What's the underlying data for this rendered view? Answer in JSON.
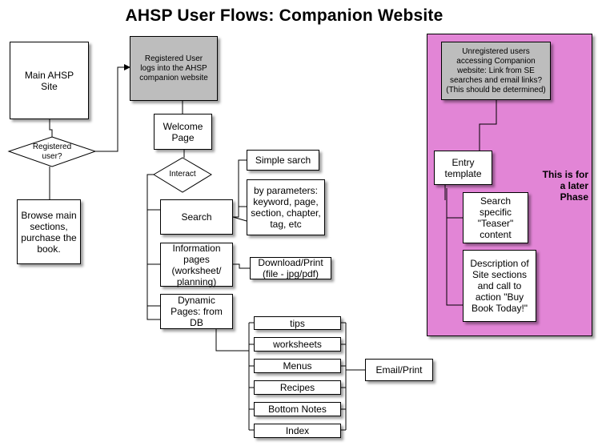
{
  "title": "AHSP User Flows: Companion Website",
  "nodes": {
    "main_site": "Main AHSP\nSite",
    "registered_check": "Registered\nuser?",
    "browse": "Browse main\nsections,\npurchase the\nbook.",
    "login": "Registered User\nlogs into the AHSP\ncompanion website",
    "welcome": "Welcome\nPage",
    "interact": "Interact",
    "simple_search": "Simple sarch",
    "by_parameters": "by parameters:\nkeyword, page,\nsection, chapter,\ntag, etc",
    "search": "Search",
    "info_pages": "Information\npages\n(worksheet/\nplanning)",
    "download_print": "Download/Print\n(file - jpg/pdf)",
    "dynamic_pages": "Dynamic\nPages: from\nDB",
    "db_items": [
      "tips",
      "worksheets",
      "Menus",
      "Recipes",
      "Bottom Notes",
      "Index"
    ],
    "email_print": "Email/Print",
    "unregistered": "Unregistered users\naccessing Companion\nwebsite:  Link from SE\nsearches and email links?\n(This should be determined)",
    "entry_template": "Entry\ntemplate",
    "teaser": "Search\nspecific\n\"Teaser\"\ncontent",
    "description": "Description of\nSite sections\nand call to\naction \"Buy\nBook Today!\"",
    "later_note": "This is for\na later\nPhase"
  },
  "colors": {
    "later_phase_region": "#e285d6",
    "login_box": "#bdbdbd"
  }
}
